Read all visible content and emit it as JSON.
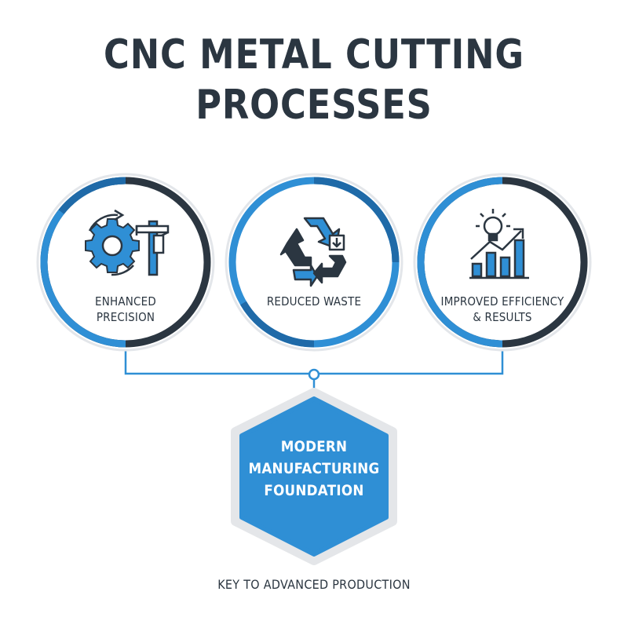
{
  "title": {
    "line1": "CNC METAL CUTTING",
    "line2": "PROCESSES"
  },
  "benefits": [
    {
      "line1": "ENHANCED",
      "line2": "PRECISION",
      "icon": "gear-caliper-icon"
    },
    {
      "line1": "REDUCED WASTE",
      "line2": "",
      "icon": "recycle-icon"
    },
    {
      "line1": "IMPROVED EFFICIENCY",
      "line2": "& RESULTS",
      "icon": "lightbulb-chart-icon"
    }
  ],
  "foundation": {
    "line1": "MODERN",
    "line2": "MANUFACTURING",
    "line3": "FOUNDATION"
  },
  "footer": "KEY TO ADVANCED PRODUCTION",
  "colors": {
    "dark": "#2b3641",
    "blue": "#2f8fd5",
    "deep_blue": "#1f6aa8",
    "ring_bg": "#eef0f2"
  }
}
